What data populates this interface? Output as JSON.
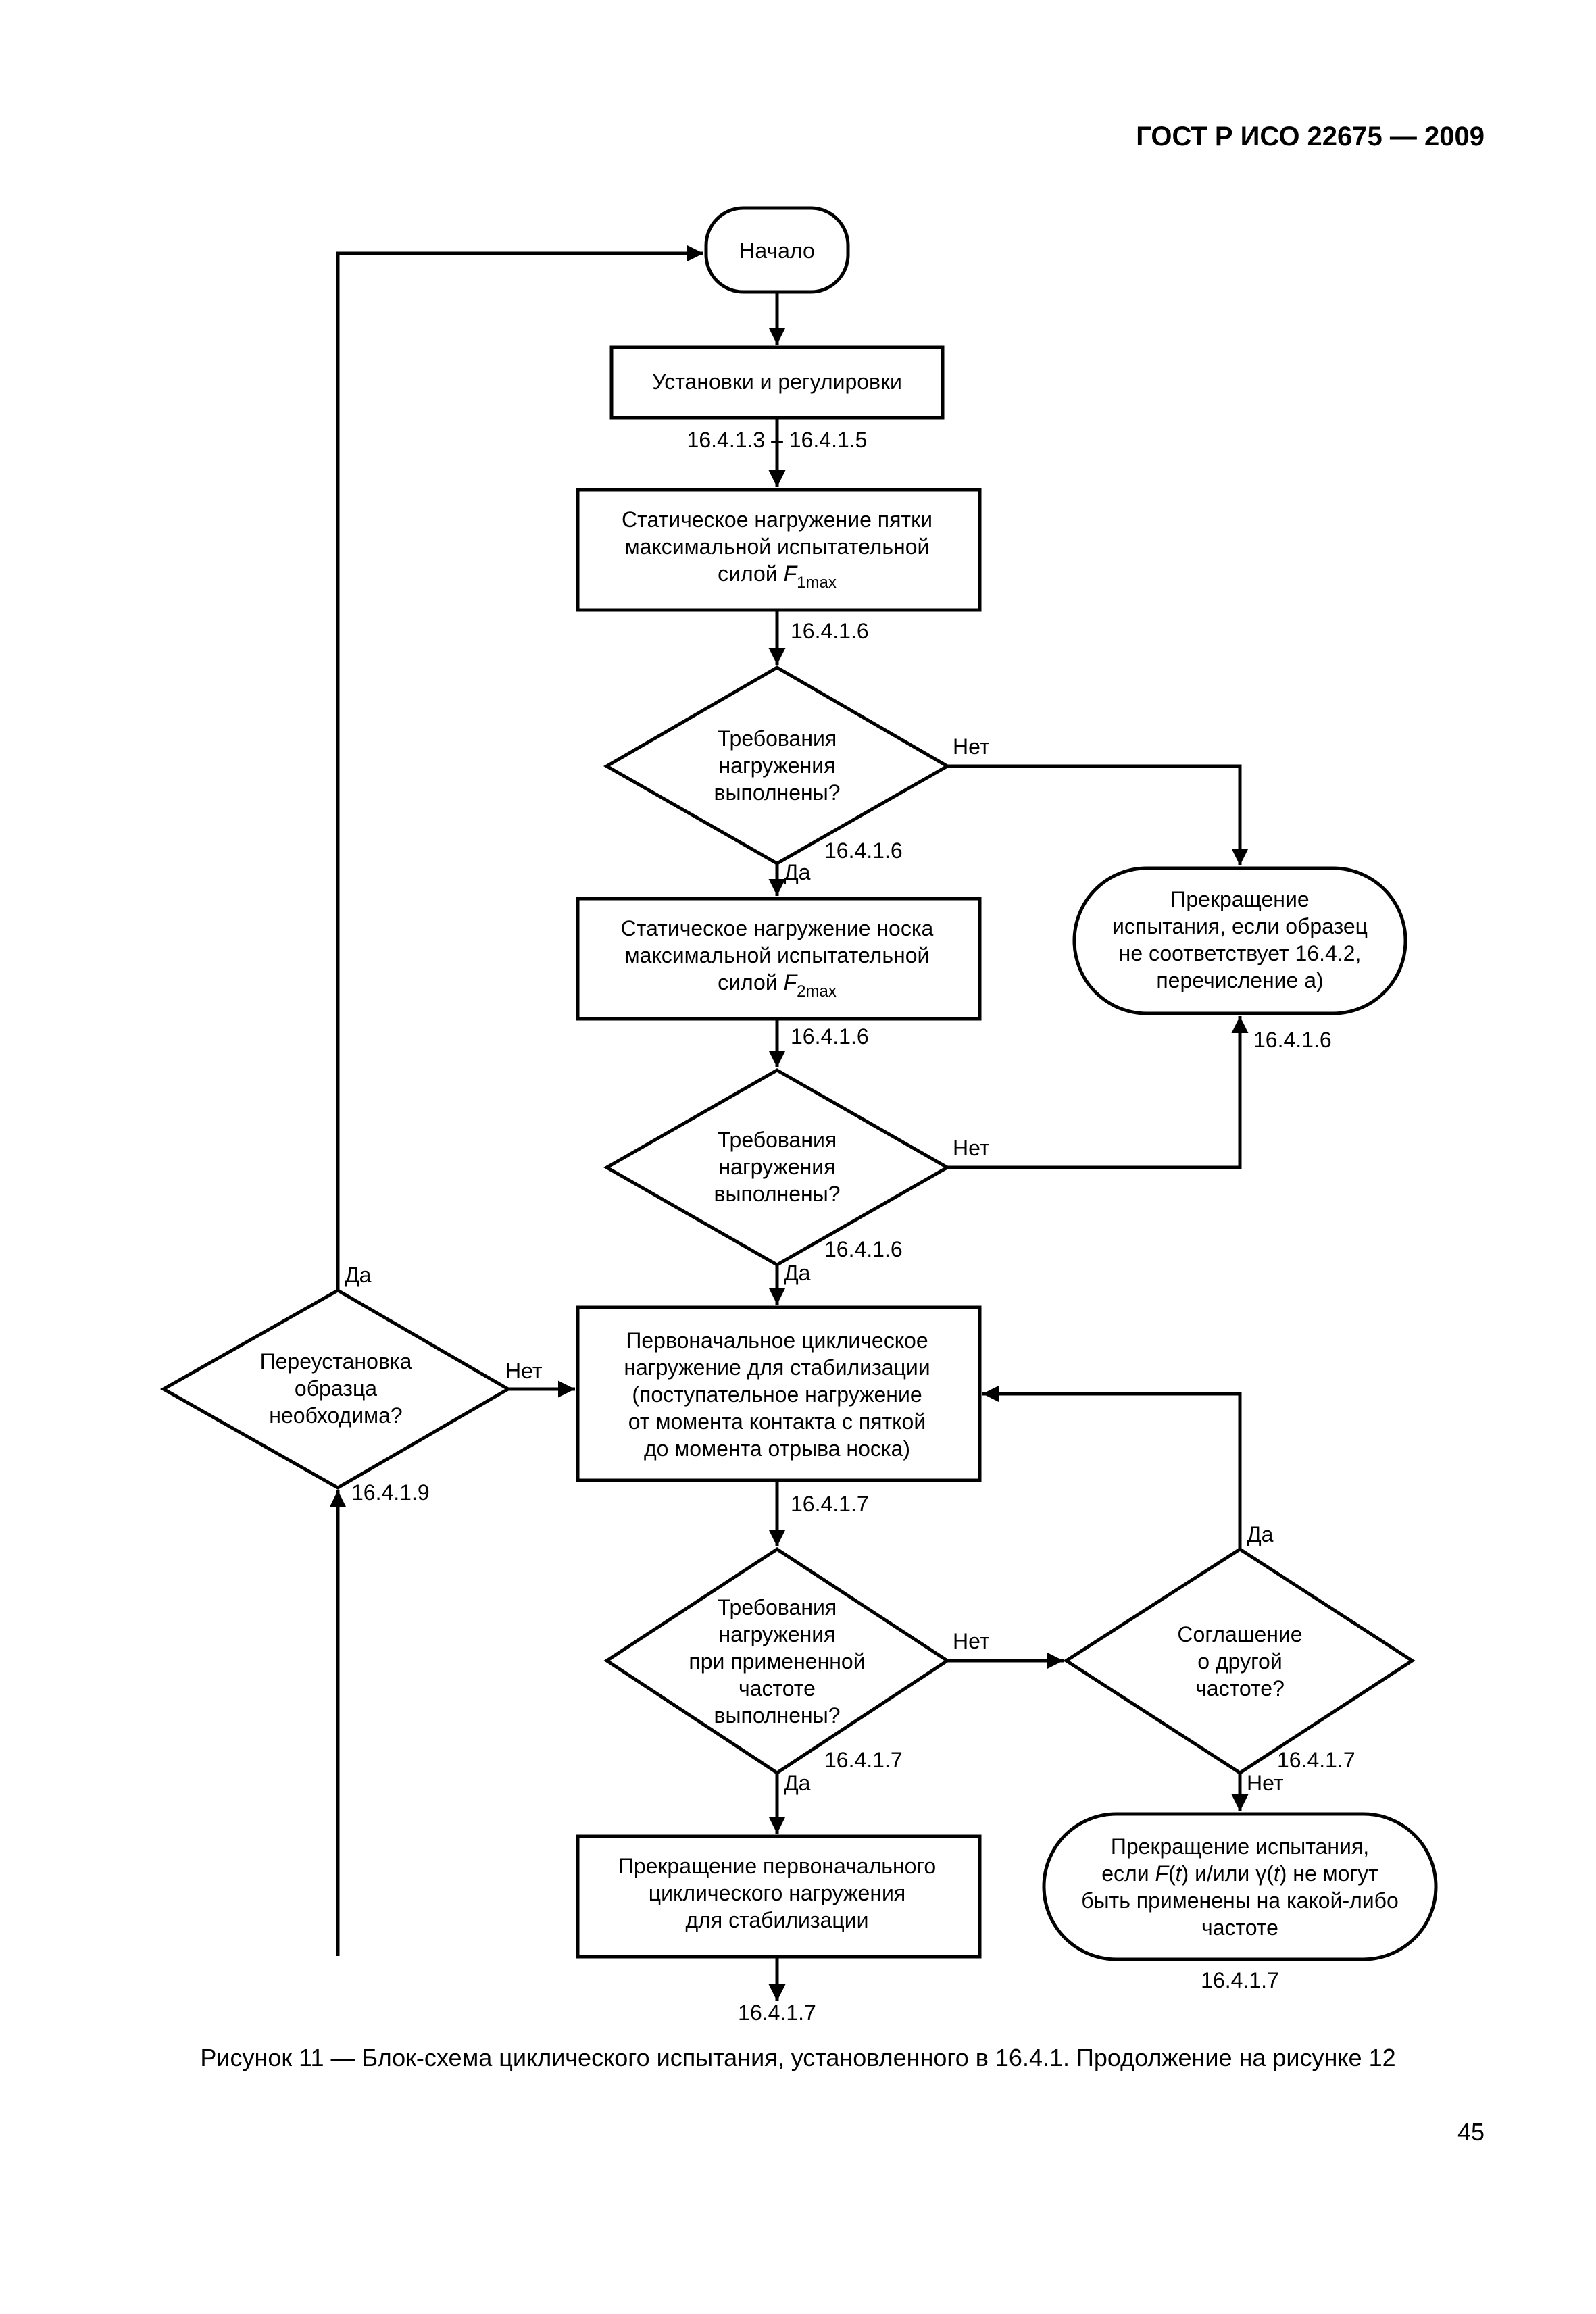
{
  "header": "ГОСТ Р ИСО 22675 — 2009",
  "nodes": {
    "start": "Начало",
    "setup": "Установки и регулировки",
    "heel": [
      "Статическое нагружение пятки",
      "максимальной испытательной",
      "силой "
    ],
    "heel_var": "F",
    "heel_sub": "1max",
    "d1": [
      "Требования",
      "нагружения",
      "выполнены?"
    ],
    "toe": [
      "Статическое нагружение носка",
      "максимальной испытательной",
      "силой "
    ],
    "toe_var": "F",
    "toe_sub": "2max",
    "d2": [
      "Требования",
      "нагружения",
      "выполнены?"
    ],
    "stop1": [
      "Прекращение",
      "испытания, если образец",
      "не соответствует 16.4.2,",
      "перечисление а)"
    ],
    "cyclic": [
      "Первоначальное циклическое",
      "нагружение для стабилизации",
      "(поступательное нагружение",
      "от момента контакта с пяткой",
      "до момента отрыва носка)"
    ],
    "reinstall": [
      "Переустановка",
      "образца",
      "необходима?"
    ],
    "d3": [
      "Требования",
      "нагружения",
      "при примененной",
      "частоте",
      "выполнены?"
    ],
    "agree": [
      "Соглашение",
      "о другой",
      "частоте?"
    ],
    "stop_cyc": [
      "Прекращение первоначального",
      "циклического нагружения",
      "для стабилизации"
    ],
    "stop2_l1": "Прекращение испытания,",
    "stop2_l2": [
      "если ",
      "F",
      "(",
      "t",
      ") и/или γ(",
      "t",
      ") не могут"
    ],
    "stop2_l3": "быть применены на какой-либо",
    "stop2_l4": "частоте"
  },
  "refs": {
    "r1": "16.4.1.3 – 16.4.1.5",
    "r2": "16.4.1.6",
    "r3": "16.4.1.6",
    "r4": "16.4.1.6",
    "r5": "16.4.1.6",
    "r6": "16.4.1.6",
    "r7": "16.4.1.9",
    "r8": "16.4.1.7",
    "r9": "16.4.1.7",
    "r10": "16.4.1.7",
    "r11": "16.4.1.7",
    "r12": "16.4.1.7"
  },
  "labels": {
    "yes": "Да",
    "no": "Нет"
  },
  "caption": "Рисунок 11 — Блок-схема  циклического испытания, установленного в 16.4.1. Продолжение на рисунке 12",
  "page_number": "45"
}
